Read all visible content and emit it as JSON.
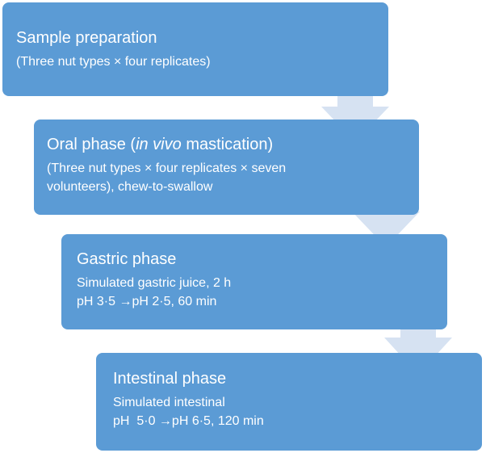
{
  "colors": {
    "box_fill": "#5b9bd5",
    "box_text": "#ffffff",
    "arrow_fill": "#d6e2f2"
  },
  "steps": [
    {
      "title": "Sample preparation",
      "details": [
        "(Three nut types × four replicates)"
      ]
    },
    {
      "title_prefix": "Oral phase (",
      "title_italic": "in vivo",
      "title_suffix": " mastication)",
      "details": [
        "(Three nut types × four replicates × seven",
        "volunteers), chew-to-swallow"
      ]
    },
    {
      "title": "Gastric phase",
      "details": [
        "Simulated gastric juice, 2 h",
        "pH 3·5 →pH 2·5, 60 min"
      ]
    },
    {
      "title": "Intestinal phase",
      "details": [
        "Simulated intestinal",
        "pH  5·0 →pH 6·5, 120 min"
      ]
    }
  ]
}
